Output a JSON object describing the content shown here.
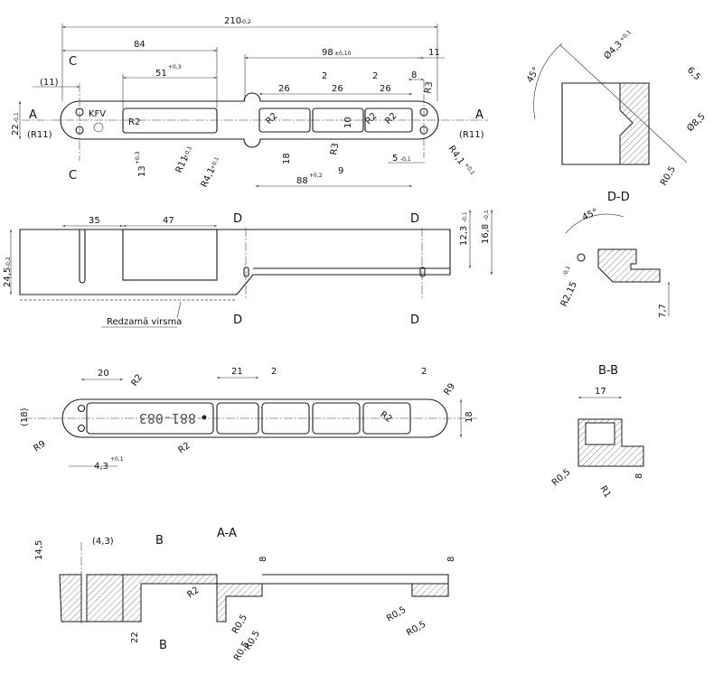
{
  "drawing": {
    "top_view": {
      "dims": {
        "overall": "210",
        "overall_tol": "-0,2",
        "d84": "84",
        "d51": "51",
        "d51_tol": "+0,3",
        "d98": "98",
        "d98_tol": "±0,10",
        "d11_right": "11",
        "d8": "8",
        "d11_left": "(11)",
        "d26a": "26",
        "d2a": "2",
        "d26b": "26",
        "d2b": "2",
        "d26c": "26",
        "d22": "22",
        "d22_tol": "-0,1",
        "r11_left": "(R11)",
        "r11_right": "(R11)",
        "r2_slot": "R2",
        "r2_p1": "R2",
        "r2_p2": "R2",
        "r2_p3": "R2",
        "r3_top": "R3",
        "r3_bottom": "R3",
        "d10": "10",
        "d18": "18",
        "d9": "9",
        "d5": "5",
        "d5_tol": "-0,1",
        "d13": "13",
        "d13_tol": "+0,3",
        "r11_mid": "R11",
        "r11_mid_tol": "+0,1",
        "r41_left": "R4,1",
        "r41_left_tol": "+0,1",
        "r41_right": "R4,1",
        "r41_right_tol": "+0,1",
        "d88": "88",
        "d88_tol": "+0,2"
      },
      "labels": {
        "c_top": "C",
        "c_bottom": "C",
        "a_left": "A",
        "a_right": "A"
      },
      "logo_text": "KFV"
    },
    "side_view": {
      "dims": {
        "d35": "35",
        "d47": "47",
        "d245": "24,5",
        "d245_tol": "-0,2",
        "d123": "12,3",
        "d123_tol": "-0,1",
        "d168": "16,8",
        "d168_tol": "-0,1"
      },
      "labels": {
        "d_tl": "D",
        "d_tr": "D",
        "d_bl": "D",
        "d_br": "D"
      },
      "note": "Redzamā virsma"
    },
    "bottom_view": {
      "dims": {
        "d20": "20",
        "d21": "21",
        "d2a": "2",
        "d2b": "2",
        "r2_a": "R2",
        "r2_b": "R2",
        "r2_c": "R2",
        "r9_left": "R9",
        "r9_right": "R9",
        "d18_left": "(18)",
        "d18_right": "18",
        "d43": "4,3",
        "d43_tol": "+0,1"
      },
      "engraving": "881-083"
    },
    "section_aa": {
      "title": "A-A",
      "dims": {
        "d145": "14,5",
        "d43": "(4,3)",
        "d8_left": "8",
        "d8_right": "8",
        "d22": "22",
        "r2": "R2",
        "r05_a": "R0,5",
        "r05_b": "R0,5",
        "r05_c": "R0,5",
        "r05_d": "R0,5",
        "r05_e": "R0,5"
      },
      "labels": {
        "b_top": "B",
        "b_bottom": "B"
      }
    },
    "detail_c": {
      "dims": {
        "angle": "45°",
        "dia43": "Ø4,3",
        "dia43_tol": "+0,1",
        "d65": "6,5",
        "dia85": "Ø8,5",
        "r05": "R0,5"
      }
    },
    "section_dd": {
      "title": "D-D",
      "dims": {
        "angle": "45°",
        "r215": "R2,15",
        "r215_tol": "-0,1",
        "d77": "7,7"
      }
    },
    "section_bb": {
      "title": "B-B",
      "dims": {
        "d17": "17",
        "r05": "R0,5",
        "r1": "R1",
        "d8": "8"
      }
    }
  }
}
